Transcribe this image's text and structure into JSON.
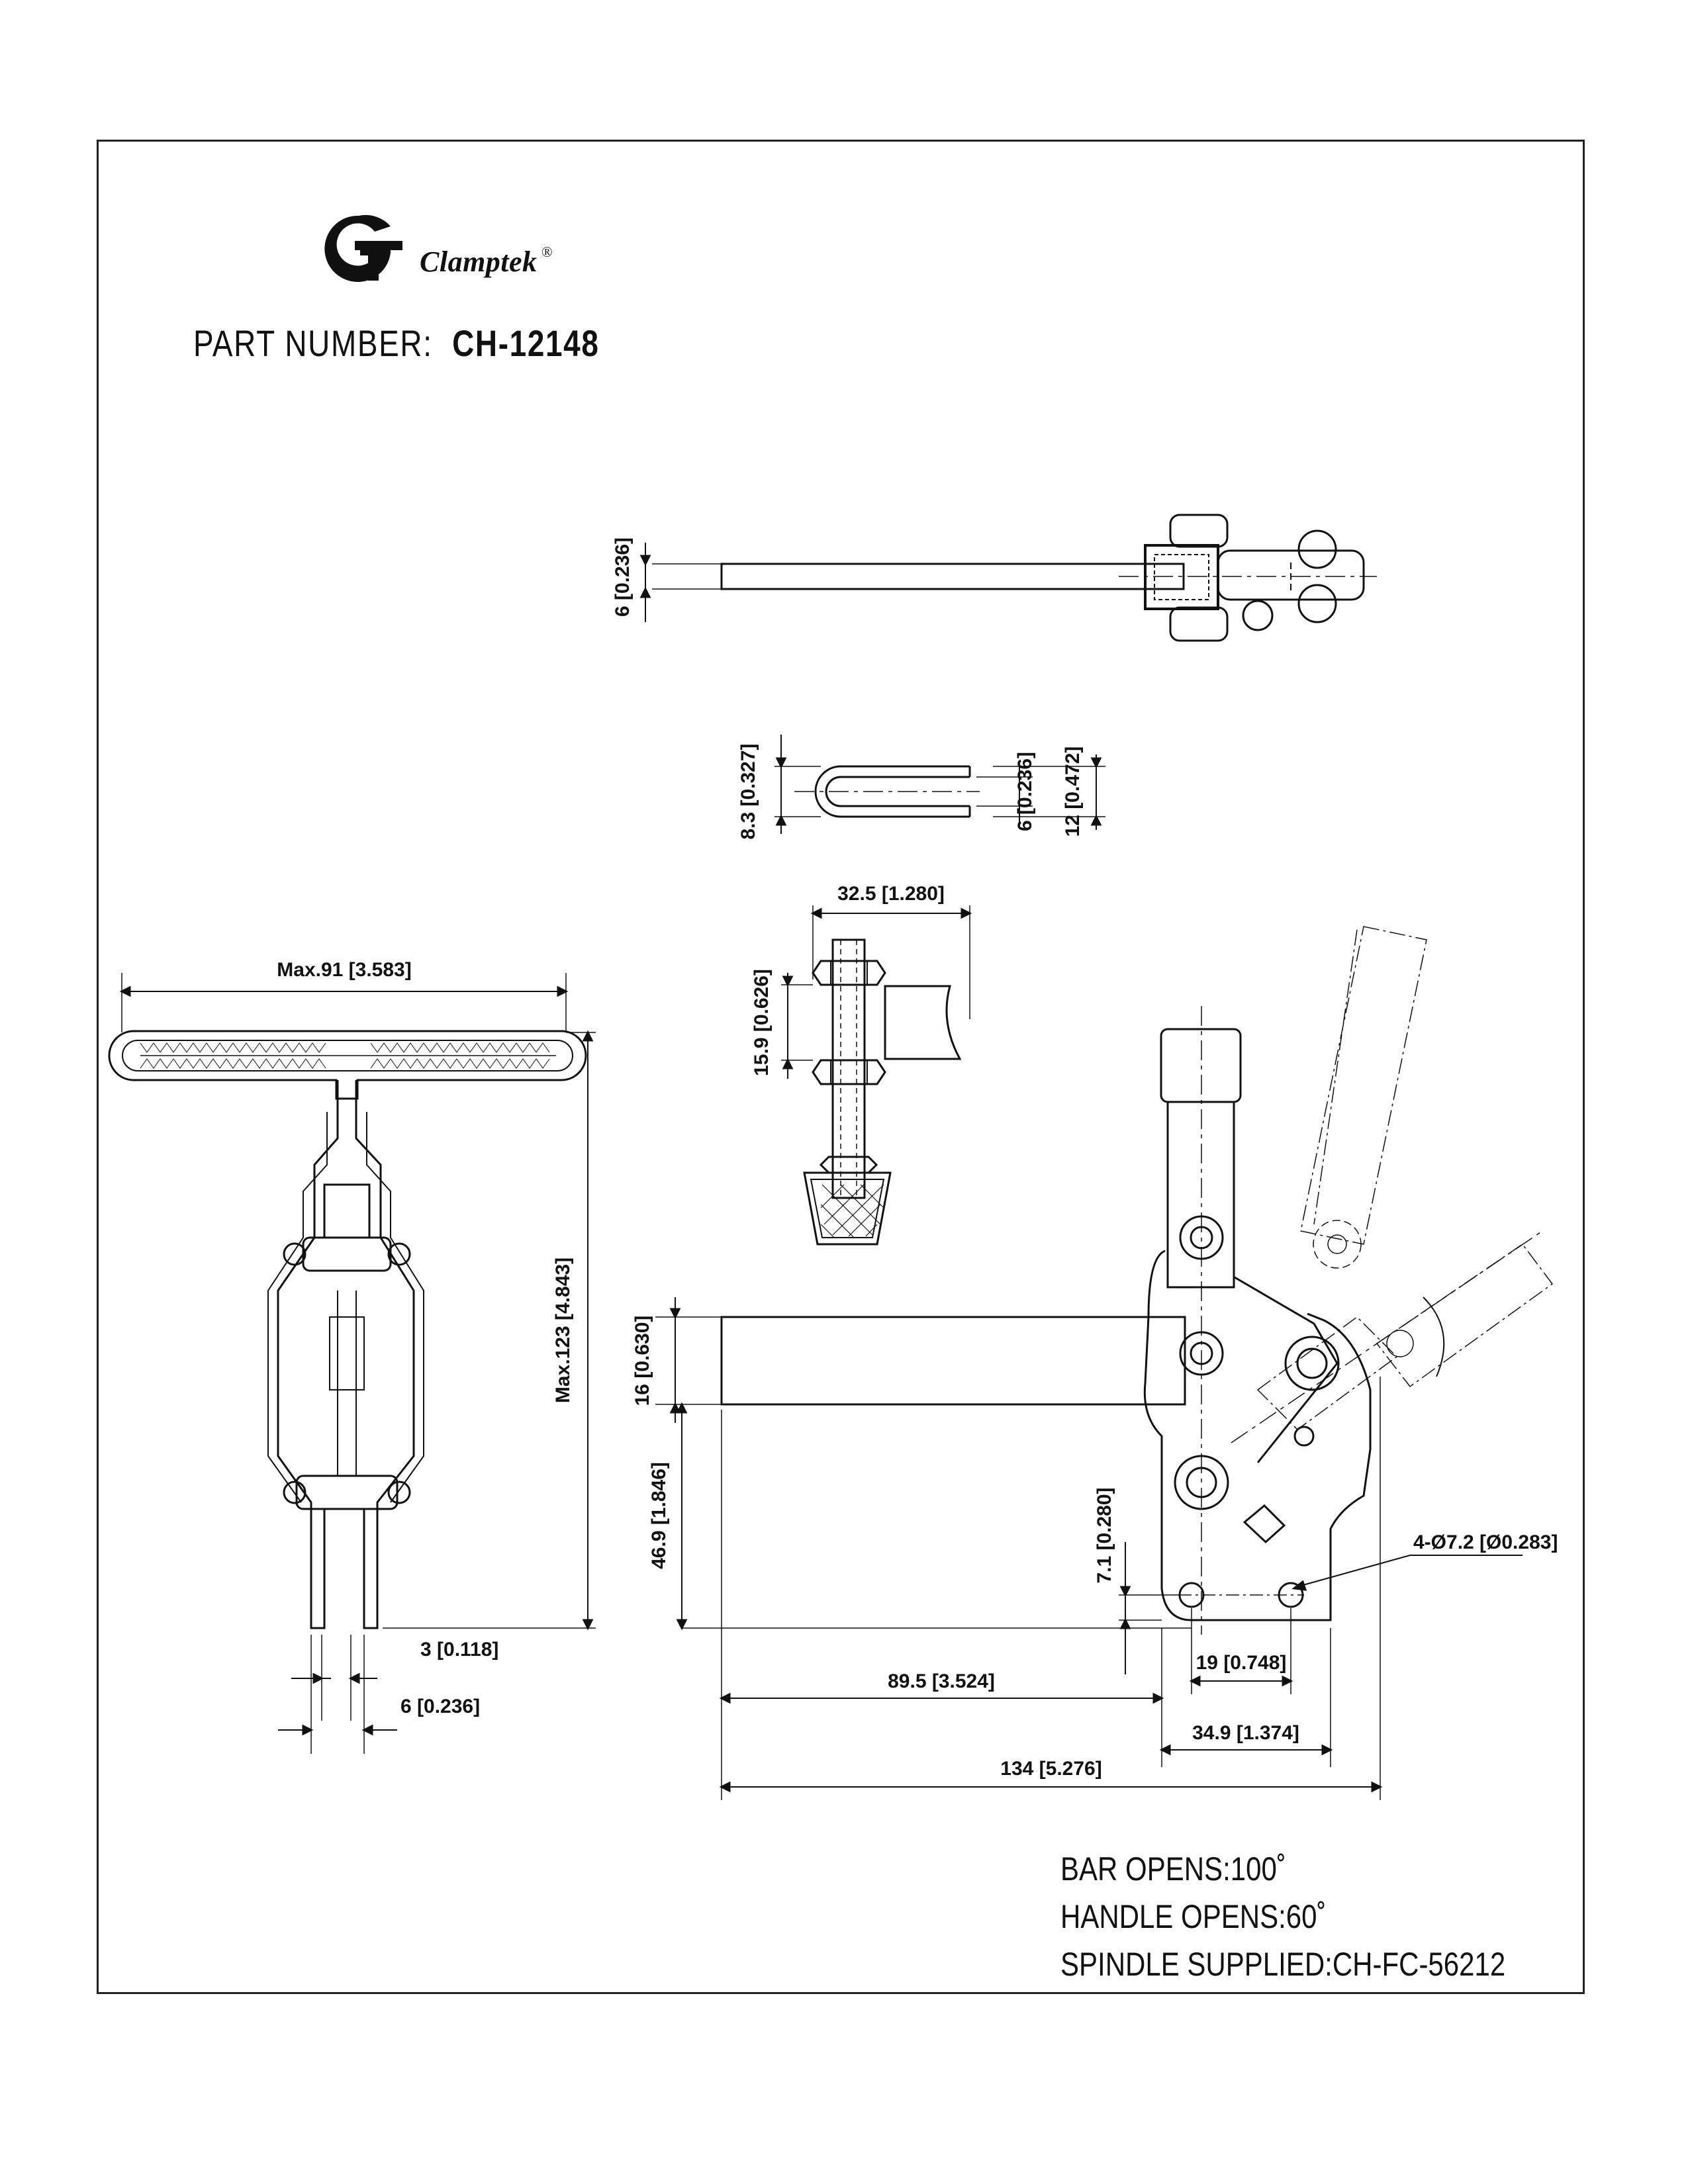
{
  "brand": {
    "name": "Clamptek",
    "registered": "®"
  },
  "part_number": {
    "label": "PART NUMBER:",
    "value": "CH-12148"
  },
  "notes": [
    "BAR OPENS:100˚",
    "HANDLE OPENS:60˚",
    "SPINDLE SUPPLIED:CH-FC-56212"
  ],
  "dimensions": {
    "top_thickness": "6 [0.236]",
    "slot_radius": "8.3 [0.327]",
    "slot_width": "6 [0.236]",
    "slot_outer": "12 [0.472]",
    "spindle_reach": "32.5 [1.280]",
    "spindle_block": "15.9 [0.626]",
    "max_width": "Max.91 [3.583]",
    "max_height": "Max.123 [4.843]",
    "arm_thickness_3": "3 [0.118]",
    "arm_thickness_6": "6 [0.236]",
    "bar_height": "16 [0.630]",
    "bar_elevation": "46.9 [1.846]",
    "hole_offset": "7.1 [0.280]",
    "mount_holes": "4-Ø7.2 [Ø0.283]",
    "bar_length": "89.5 [3.524]",
    "hole_spacing": "19 [0.748]",
    "base_length": "34.9 [1.374]",
    "overall_length": "134 [5.276]"
  }
}
